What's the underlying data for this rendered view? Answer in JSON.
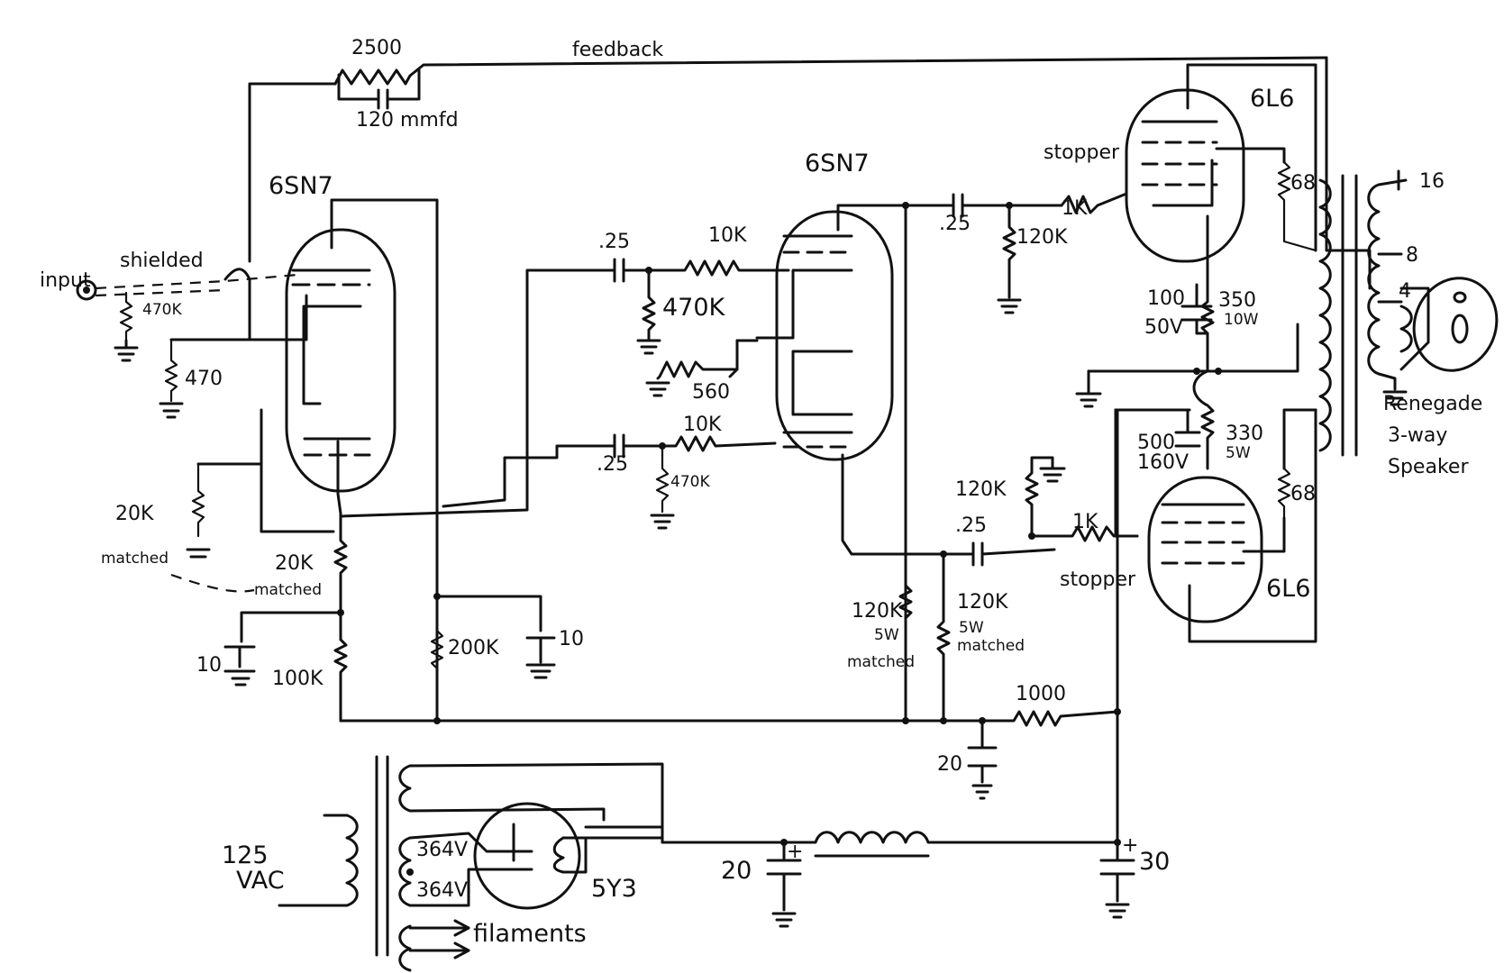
{
  "labels": {
    "feedback": "feedback",
    "r_feedback": "2500",
    "c_feedback": "120 mmfd",
    "tube_v1": "6SN7",
    "tube_v2": "6SN7",
    "tube_out_top": "6L6",
    "tube_out_bottom": "6L6",
    "tube_rect": "5Y3",
    "input": "input",
    "shielded": "shielded",
    "r_input": "470K",
    "r_cathode_v1": "470",
    "r_20k_left": "20K",
    "matched_left": "matched",
    "r_20k_center": "20K",
    "matched_center": "matched",
    "c_10_left": "10",
    "r_100k": "100K",
    "r_200k": "200K",
    "c_10_right": "10",
    "c_025_top": ".25",
    "r_10k_top": "10K",
    "r_470k_grid": "470K",
    "r_560": "560",
    "c_025_bot": ".25",
    "r_10k_bot": "10K",
    "r_470k_bot": "470K",
    "c_025_out_top": ".25",
    "stopper_top": "stopper",
    "r_1k_top": "1K",
    "r_120k_top": "120K",
    "r_68_top": "68",
    "c_100": "100",
    "v_50": "50V",
    "r_350": "350",
    "w_10": "10W",
    "c_500": "500",
    "v_160": "160V",
    "r_330": "330",
    "w_5": "5W",
    "r_68_bot": "68",
    "r_120k_mid": "120K",
    "c_025_out_bot": ".25",
    "r_1k_bot": "1K",
    "stopper_bot": "stopper",
    "r_120k_plate": "120K",
    "w_5_plate": "5W",
    "matched_plate": "matched",
    "r_120k_load": "120K",
    "w_5_load": "5W",
    "matched_load": "matched",
    "r_1000": "1000",
    "c_20_mid": "20",
    "tap_16": "16",
    "tap_8": "8",
    "tap_4": "4",
    "speaker_line1": "Renegade",
    "speaker_line2": "3-way",
    "speaker_line3": "Speaker",
    "vac_value": "125",
    "vac_unit": "VAC",
    "sec_upper": "364V",
    "sec_lower": "364V",
    "filaments": "filaments",
    "c_20_filter": "20",
    "c_30_filter": "30",
    "plus_20": "+",
    "plus_30": "+"
  }
}
